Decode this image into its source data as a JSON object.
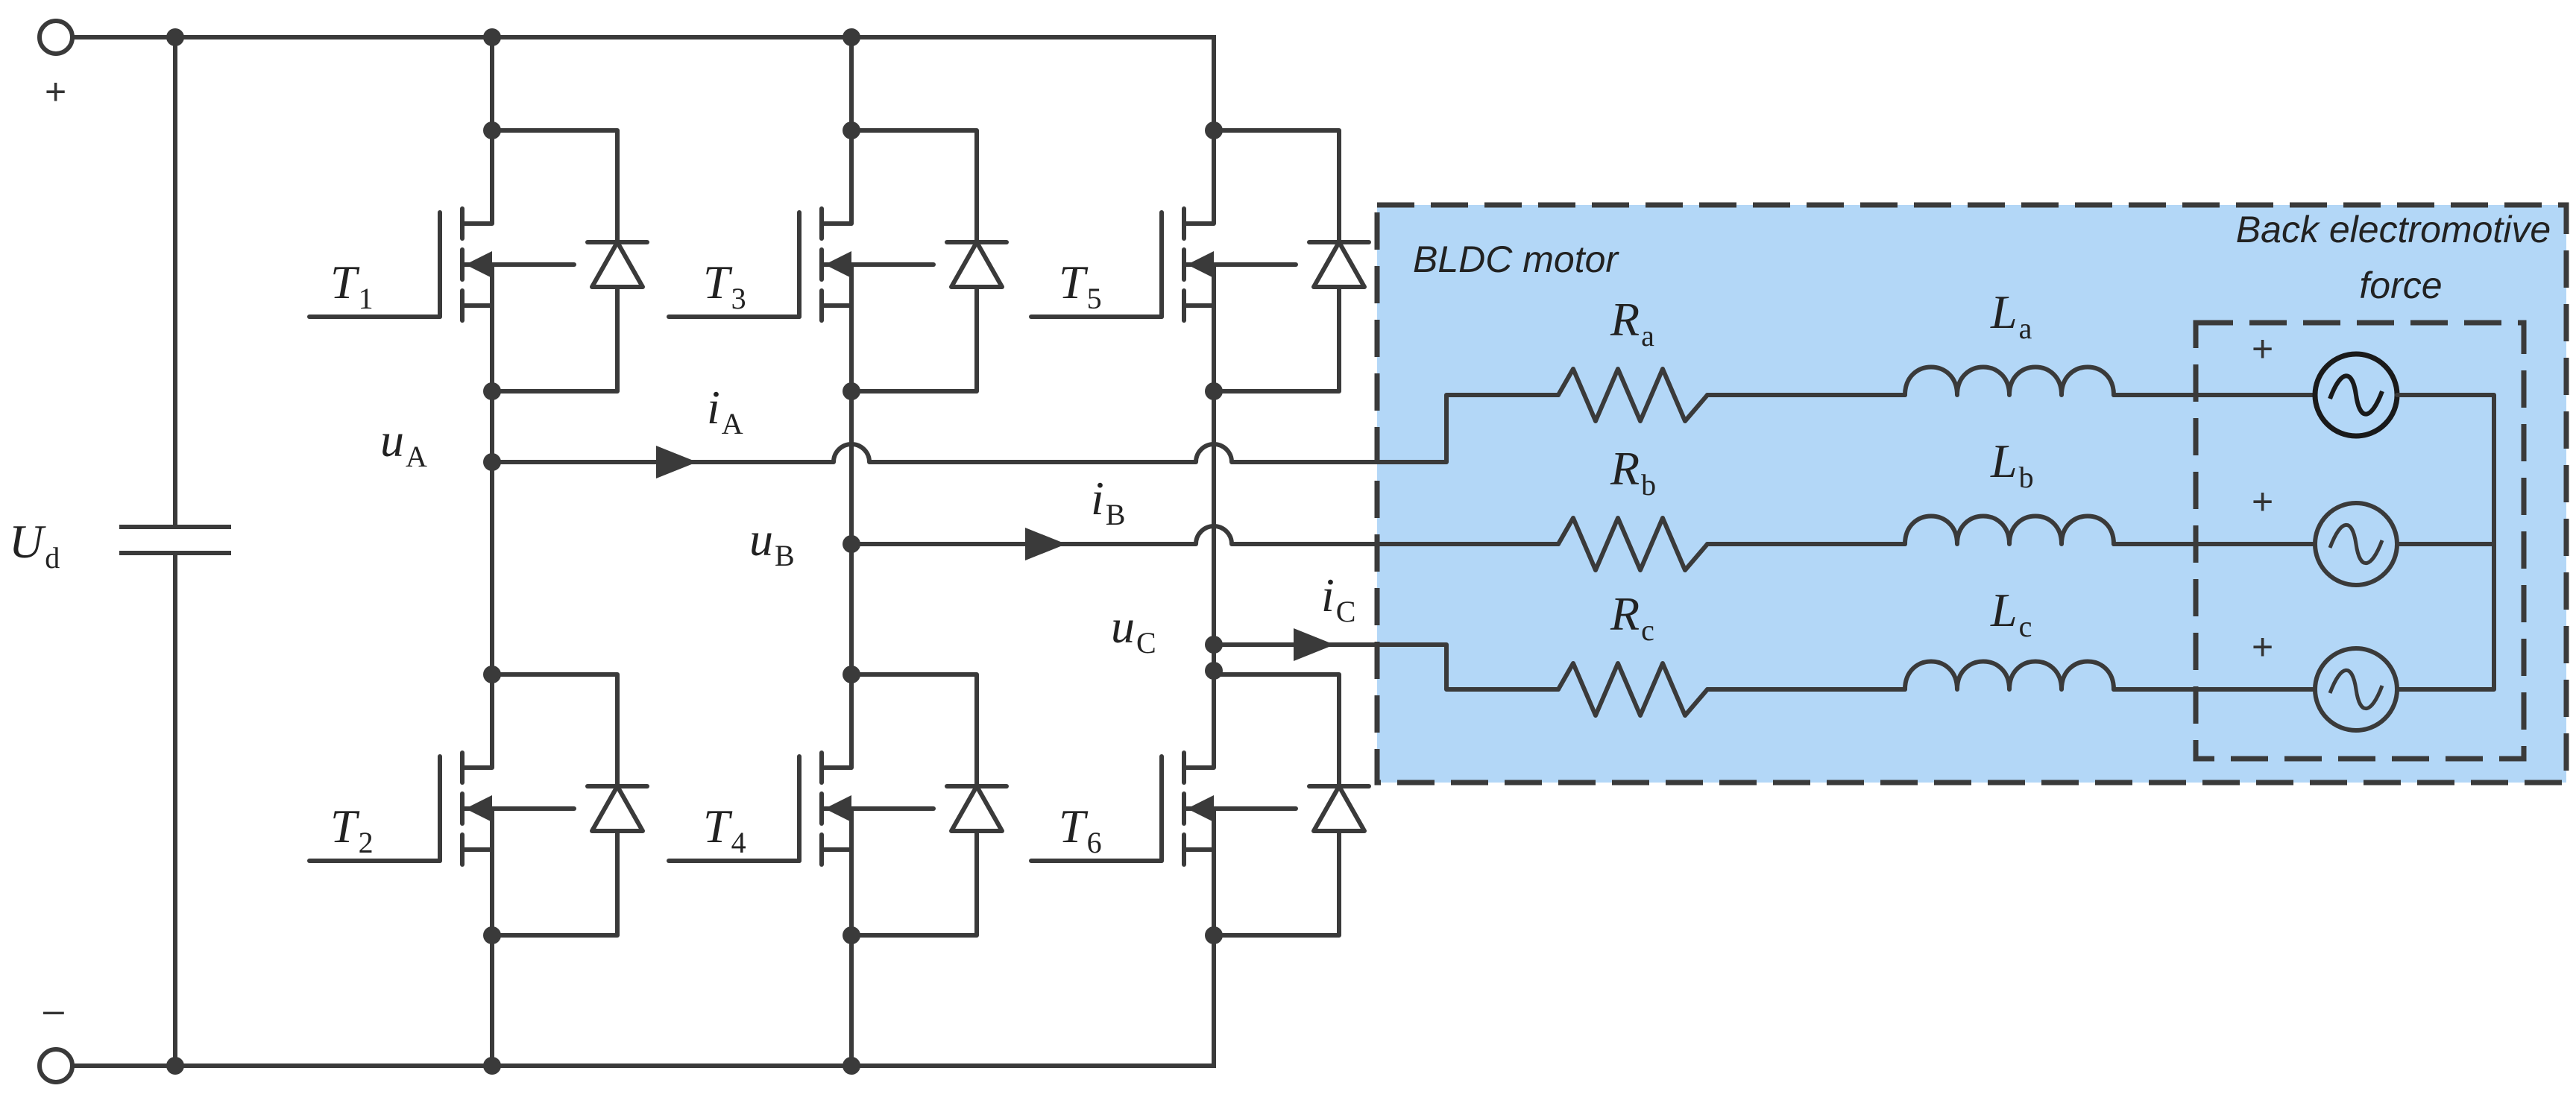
{
  "supply": {
    "plus": "+",
    "minus": "–",
    "capacitor_label": "U",
    "capacitor_sub": "d"
  },
  "switches": [
    {
      "name": "T",
      "sub": "1"
    },
    {
      "name": "T",
      "sub": "2"
    },
    {
      "name": "T",
      "sub": "3"
    },
    {
      "name": "T",
      "sub": "4"
    },
    {
      "name": "T",
      "sub": "5"
    },
    {
      "name": "T",
      "sub": "6"
    }
  ],
  "voltages": [
    {
      "name": "u",
      "sub": "A"
    },
    {
      "name": "u",
      "sub": "B"
    },
    {
      "name": "u",
      "sub": "C"
    }
  ],
  "currents": [
    {
      "name": "i",
      "sub": "A"
    },
    {
      "name": "i",
      "sub": "B"
    },
    {
      "name": "i",
      "sub": "C"
    }
  ],
  "motor": {
    "title": "BLDC motor",
    "emf_title_line1": "Back electromotive",
    "emf_title_line2": "force",
    "fill_color": "#b3d7f7",
    "resistors": [
      {
        "name": "R",
        "sub": "a"
      },
      {
        "name": "R",
        "sub": "b"
      },
      {
        "name": "R",
        "sub": "c"
      }
    ],
    "inductors": [
      {
        "name": "L",
        "sub": "a"
      },
      {
        "name": "L",
        "sub": "b"
      },
      {
        "name": "L",
        "sub": "c"
      }
    ],
    "source_polarity": "+"
  }
}
